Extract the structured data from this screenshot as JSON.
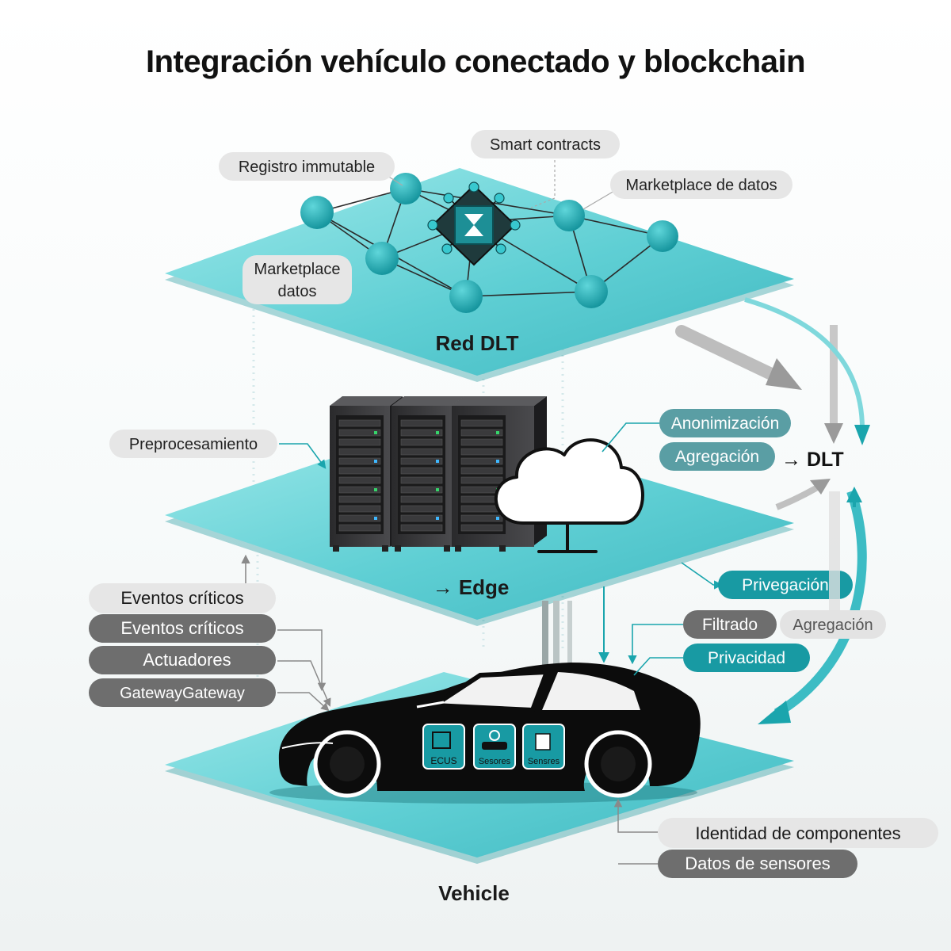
{
  "title": "Integración vehículo conectado y blockchain",
  "layers": {
    "dlt": "Red DLT",
    "edge": "→ Edge",
    "vehicle": "Vehicle"
  },
  "dlt_tags": {
    "registro": "Registro immutable",
    "smart": "Smart contracts",
    "marketplace_right": "Marketplace de datos",
    "marketplace_left_1": "Marketplace",
    "marketplace_left_2": "datos"
  },
  "edge_tags": {
    "preprocesamiento": "Preprocesamiento",
    "anonimizacion": "Anonimización",
    "agregacion": "Agregación",
    "dlt_target": "→ DLT",
    "privegacion": "Privegación"
  },
  "vehicle_tags": {
    "eventos_1": "Eventos críticos",
    "eventos_2": "Eventos críticos",
    "actuadores": "Actuadores",
    "gateway": "GatewayGateway",
    "filtrado": "Filtrado",
    "agregacion": "Agregación",
    "privacidad": "Privacidad",
    "identidad": "Identidad de componentes",
    "datos_sensores": "Datos de sensores"
  },
  "car_modules": {
    "ecus": "ECUS",
    "sensores_1": "Sesores",
    "sensores_2": "Sensres"
  },
  "colors": {
    "teal": "#5fcfd4",
    "teal_dark": "#169ea6",
    "pill_gray": "#6e6e6e",
    "pill_light": "#e6e6e6",
    "node": "#1aa5ad"
  },
  "icons": [
    "blockchain-hub-icon",
    "server-rack-icon",
    "cloud-icon",
    "car-icon"
  ]
}
